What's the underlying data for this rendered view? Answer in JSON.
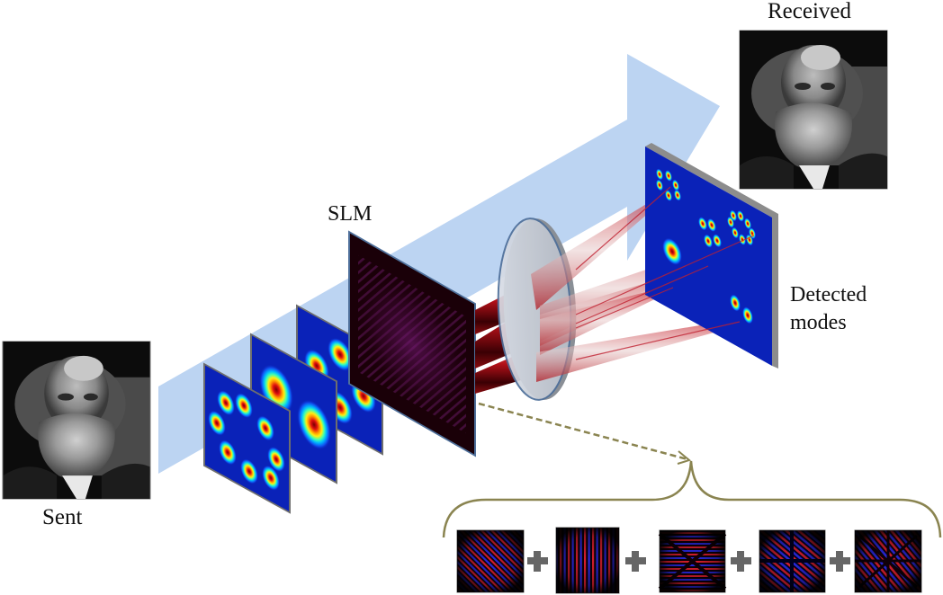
{
  "figure": {
    "title": "Mode-division communication setup: image sent via spatial modes, decomposed by SLM and detected",
    "labels": {
      "received": "Received",
      "sent": "Sent",
      "slm": "SLM",
      "detected_line1": "Detected",
      "detected_line2": "modes"
    },
    "colors": {
      "flow_arrow": "#bcd4f2",
      "mode_background": "#0a22b8",
      "slm_background": "#1a0008",
      "beam_red": "#c0141c",
      "detector_edge": "#8c8c8c",
      "brace": "#8a8450",
      "plus_sign": "#666666"
    },
    "input_modes": [
      {
        "name": "mode-eight-lobe-ring",
        "lobes": 8
      },
      {
        "name": "mode-two-lobe",
        "lobes": 2
      },
      {
        "name": "mode-four-lobe",
        "lobes": 4
      }
    ],
    "detected_spots": [
      {
        "name": "six-lobe-ring",
        "lobes": 6
      },
      {
        "name": "eight-lobe-ring",
        "lobes": 8
      },
      {
        "name": "four-lobe",
        "lobes": 4
      },
      {
        "name": "single-spot",
        "lobes": 1
      },
      {
        "name": "two-lobe",
        "lobes": 2
      }
    ],
    "hologram_components": [
      {
        "name": "diagonal-fringes"
      },
      {
        "name": "vertical-fringes"
      },
      {
        "name": "horizontal-fringes-cross"
      },
      {
        "name": "diagonal-four-lobe-fringes"
      },
      {
        "name": "diagonal-eight-lobe-fringes"
      }
    ],
    "operator": "+"
  }
}
